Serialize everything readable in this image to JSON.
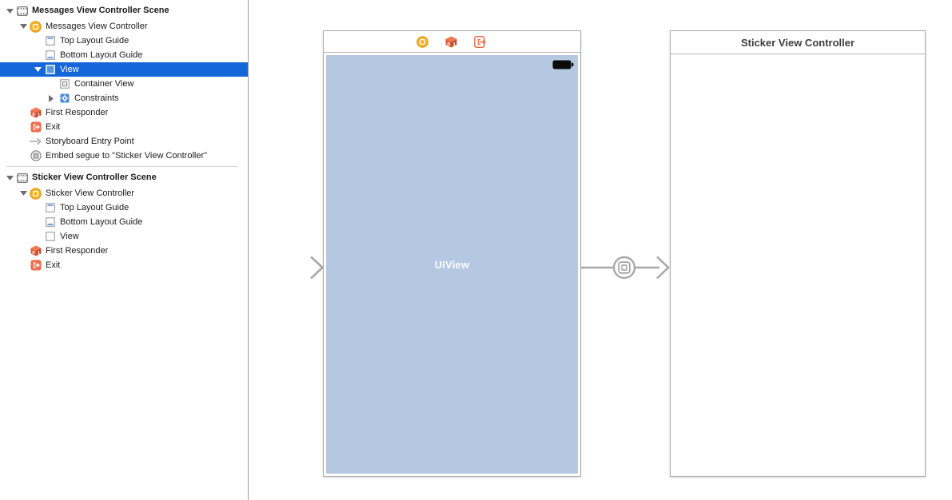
{
  "app": {
    "view": "interface-builder-storyboard"
  },
  "colors": {
    "selection_blue": "#1467D8",
    "uiview_background": "#B5C8E1",
    "accent_gold": "#F6B01E",
    "accent_orange": "#ED6C4A",
    "constraints_blue": "#4C86D9",
    "connection_gray": "#A8A8A8"
  },
  "outline": {
    "rows": [
      {
        "label": "Messages View Controller Scene",
        "icon": "scene-icon",
        "disclosure": "expanded"
      },
      {
        "label": "Messages View Controller",
        "icon": "view-controller-icon",
        "disclosure": "expanded"
      },
      {
        "label": "Top Layout Guide",
        "icon": "top-layout-guide-icon"
      },
      {
        "label": "Bottom Layout Guide",
        "icon": "bottom-layout-guide-icon"
      },
      {
        "label": "View",
        "icon": "view-icon",
        "disclosure": "expanded",
        "selected": true
      },
      {
        "label": "Container View",
        "icon": "container-view-icon"
      },
      {
        "label": "Constraints",
        "icon": "constraints-icon",
        "disclosure": "collapsed"
      },
      {
        "label": "First Responder",
        "icon": "first-responder-icon"
      },
      {
        "label": "Exit",
        "icon": "exit-icon"
      },
      {
        "label": "Storyboard Entry Point",
        "icon": "arrow-icon"
      },
      {
        "label": "Embed segue to \"Sticker View Controller\"",
        "icon": "embed-segue-icon"
      },
      {
        "label": "Sticker View Controller Scene",
        "icon": "scene-icon",
        "disclosure": "expanded"
      },
      {
        "label": "Sticker View Controller",
        "icon": "view-controller-icon",
        "disclosure": "expanded"
      },
      {
        "label": "Top Layout Guide",
        "icon": "top-layout-guide-icon"
      },
      {
        "label": "Bottom Layout Guide",
        "icon": "bottom-layout-guide-icon"
      },
      {
        "label": "View",
        "icon": "view-icon"
      },
      {
        "label": "First Responder",
        "icon": "first-responder-icon"
      },
      {
        "label": "Exit",
        "icon": "exit-icon"
      }
    ]
  },
  "canvas": {
    "messages_vc": {
      "header_icons": [
        "view-controller-icon",
        "first-responder-icon",
        "exit-icon"
      ],
      "view_label": "UIView",
      "status_icons": [
        "battery-icon"
      ]
    },
    "sticker_vc": {
      "title": "Sticker View Controller"
    },
    "connections": [
      {
        "type": "storyboard-entry-point",
        "icon": "arrow-icon"
      },
      {
        "type": "embed-segue",
        "icon": "embed-segue-icon"
      }
    ]
  }
}
